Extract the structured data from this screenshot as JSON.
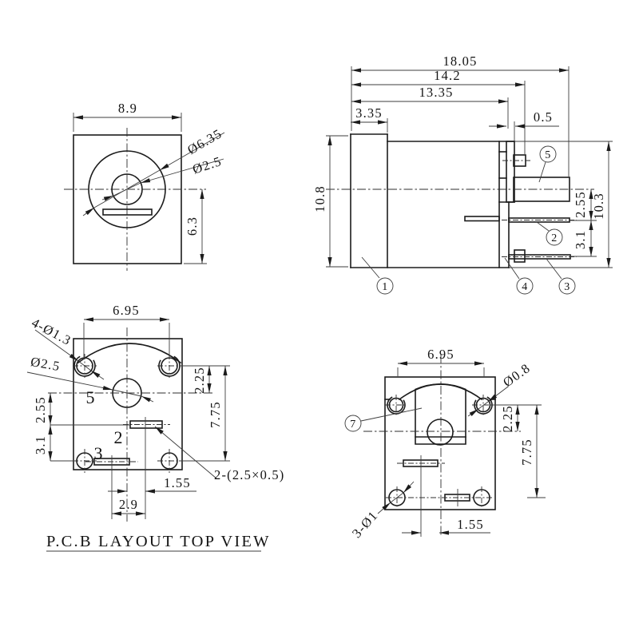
{
  "front_view": {
    "width": "8.9",
    "height": "6.3",
    "barrel_dia": "Ø6.35",
    "pin_dia": "Ø2.5"
  },
  "side_view": {
    "overall": "18.05",
    "to_tab": "14.2",
    "to_board": "13.35",
    "flange": "3.35",
    "board_gap": "0.5",
    "height": "10.8",
    "terminal_span": "10.3",
    "pitch_a": "2.55",
    "pitch_b": "3.1",
    "callouts": {
      "c1": "1",
      "c2": "2",
      "c3": "3",
      "c4": "4",
      "c5": "5"
    }
  },
  "pcb_view": {
    "title": "P.C.B LAYOUT TOP VIEW",
    "hole_span": "6.95",
    "mount_holes": "4-Ø1.3",
    "center_hole": "Ø2.5",
    "top_offset": "2.25",
    "row_span": "7.75",
    "pitch_a": "2.55",
    "pitch_b": "3.1",
    "slot_offset": "1.55",
    "slot_pitch": "2.9",
    "slot_size": "2-(2.5×0.5)",
    "pad5": "5",
    "pad2": "2",
    "pad3": "3"
  },
  "bottom_view": {
    "hole_span": "6.95",
    "ear_hole": "Ø0.8",
    "top_offset": "2.25",
    "row_span": "7.75",
    "slot_offset": "1.55",
    "bottom_holes": "3-Ø1",
    "callout7": "7"
  }
}
